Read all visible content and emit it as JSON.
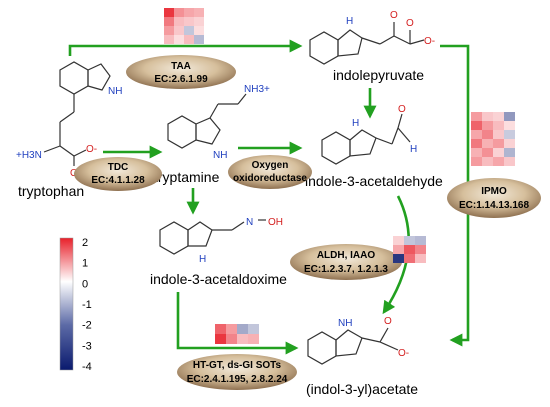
{
  "compounds": {
    "tryptophan": "tryptophan",
    "indolepyruvate": "indolepyruvate",
    "tryptamine": "tryptamine",
    "indole_3_acetaldehyde": "indole-3-acetaldehyde",
    "indole_3_acetaldoxime": "indole-3-acetaldoxime",
    "indol_3_yl_acetate": "(indol-3-yl)acetate"
  },
  "atoms": {
    "nh": "NH",
    "h": "H",
    "nh3_plus": "NH3+",
    "plus_h3n": "+H3N",
    "o": "O",
    "o_minus": "O-",
    "n": "N",
    "oh": "OH"
  },
  "enzymes": {
    "taa": {
      "name": "TAA",
      "ec": "EC:2.6.1.99"
    },
    "tdc": {
      "name": "TDC",
      "ec": "EC:4.1.1.28"
    },
    "oxygen_oxidoreductase": {
      "line1": "Oxygen",
      "line2": "oxidoreductase"
    },
    "ipmo": {
      "name": "IPMO",
      "ec": "EC:1.14.13.168"
    },
    "aldh_iaao": {
      "name": "ALDH, IAAO",
      "ec": "EC:1.2.3.7, 1.2.1.3"
    },
    "htgt": {
      "name": "HT-GT, ds-GI SOTs",
      "ec": "EC:2.4.1.195, 2.8.2.24"
    }
  },
  "colorbar": {
    "ticks": [
      "2",
      "1",
      "0",
      "-1",
      "-2",
      "-3",
      "-4"
    ],
    "max": 2,
    "min": -4,
    "colors": {
      "high": "#e8202a",
      "mid": "#ffffff",
      "low": "#0a1a6e"
    }
  },
  "heatmaps": {
    "taa": [
      [
        1.8,
        1.0,
        0.8,
        0.7
      ],
      [
        1.2,
        0.6,
        0.5,
        0.4
      ],
      [
        0.9,
        0.5,
        -1.0,
        0.3
      ],
      [
        0.6,
        0.3,
        0.6,
        -1.2
      ]
    ],
    "ipmo": [
      [
        0.9,
        0.5,
        0.4,
        -1.8
      ],
      [
        1.4,
        0.9,
        0.6,
        0.3
      ],
      [
        0.8,
        1.1,
        0.5,
        -0.9
      ],
      [
        1.2,
        0.7,
        0.9,
        0.4
      ],
      [
        0.7,
        1.0,
        0.4,
        -1.3
      ],
      [
        0.9,
        0.6,
        0.8,
        0.5
      ]
    ],
    "aldh_iaao": [
      [
        0.4,
        -1.0,
        -1.2
      ],
      [
        0.8,
        1.5,
        1.1
      ],
      [
        -3.5,
        1.3,
        0.6
      ]
    ],
    "htgt": [
      [
        1.4,
        0.9,
        -1.5,
        -1.0
      ],
      [
        1.8,
        1.1,
        0.6,
        0.7
      ]
    ]
  },
  "colors": {
    "arrow": "#22a020",
    "pill_light": "#f0e6d6",
    "pill_mid": "#cbb18f",
    "pill_dark": "#7e6244"
  }
}
